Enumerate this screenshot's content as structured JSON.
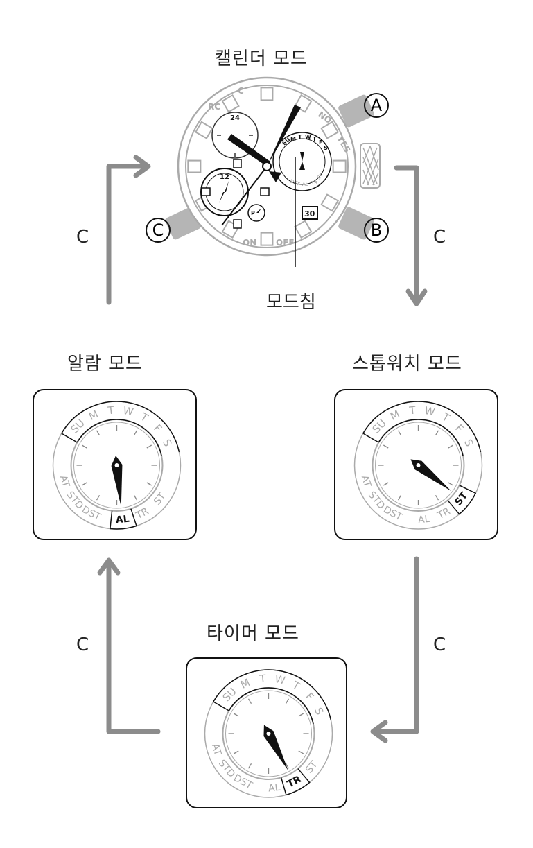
{
  "titles": {
    "calendar": "캘린더 모드",
    "alarm": "알람 모드",
    "stopwatch": "스톱워치 모드",
    "timer": "타이머 모드"
  },
  "mode_hand_label": "모드침",
  "arrow_label": "C",
  "buttons": {
    "a": "A",
    "b": "B",
    "c": "C"
  },
  "watch": {
    "bezel": {
      "rc": "RC",
      "c": "C",
      "no": "NO",
      "yes": "YES",
      "on": "ON",
      "off": "OFF"
    },
    "subdial_24": "24",
    "subdial_12": "12",
    "date": "30",
    "mini_days": [
      "SU",
      "M",
      "T",
      "W",
      "T",
      "F",
      "S"
    ],
    "mini_modes": [
      "AL",
      "TR",
      "ST"
    ],
    "mini_dst": "DST",
    "pm_label": "P"
  },
  "dial": {
    "days": [
      "SU",
      "M",
      "T",
      "W",
      "T",
      "F",
      "S"
    ],
    "modes": [
      "AT",
      "STD",
      "DST",
      "AL",
      "TR",
      "ST"
    ]
  },
  "selected": {
    "alarm": "AL",
    "stopwatch": "ST",
    "timer": "TR"
  },
  "colors": {
    "arrow": "#8c8c8c",
    "dial_gray": "#aaaaaa",
    "crown": "#b5b5b5"
  }
}
